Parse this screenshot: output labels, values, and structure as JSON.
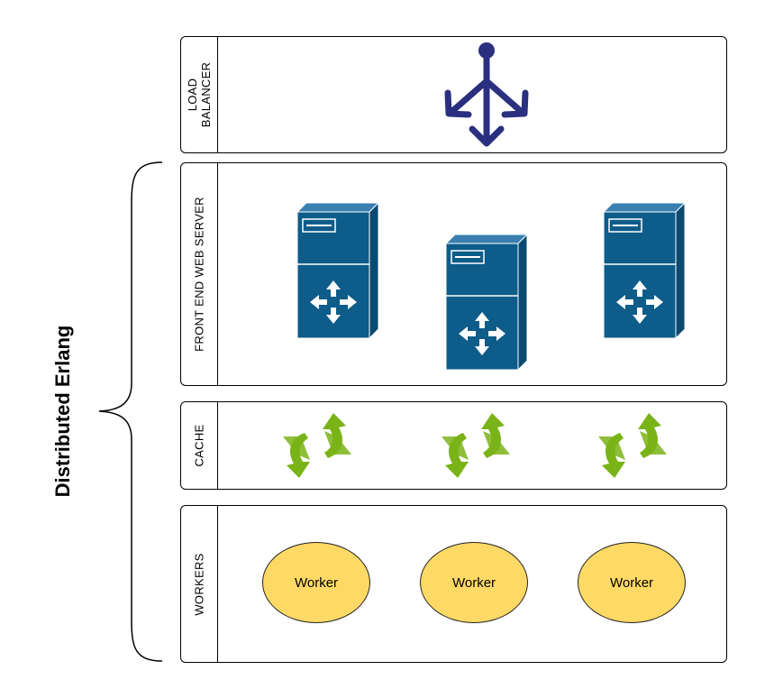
{
  "group_label": "Distributed Erlang",
  "lanes": {
    "load_balancer": {
      "label_line1": "LOAD",
      "label_line2": "BALANCER"
    },
    "front_end": {
      "label": "FRONT END WEB SERVER"
    },
    "cache": {
      "label": "CACHE"
    },
    "workers": {
      "label": "WORKERS",
      "items": [
        "Worker",
        "Worker",
        "Worker"
      ]
    }
  },
  "colors": {
    "load_balancer_icon": "#2a2f7f",
    "server_body": "#0d5c8a",
    "server_side": "#0a4a70",
    "cache_arrows": "#7ab317",
    "worker_fill": "#ffd966"
  }
}
